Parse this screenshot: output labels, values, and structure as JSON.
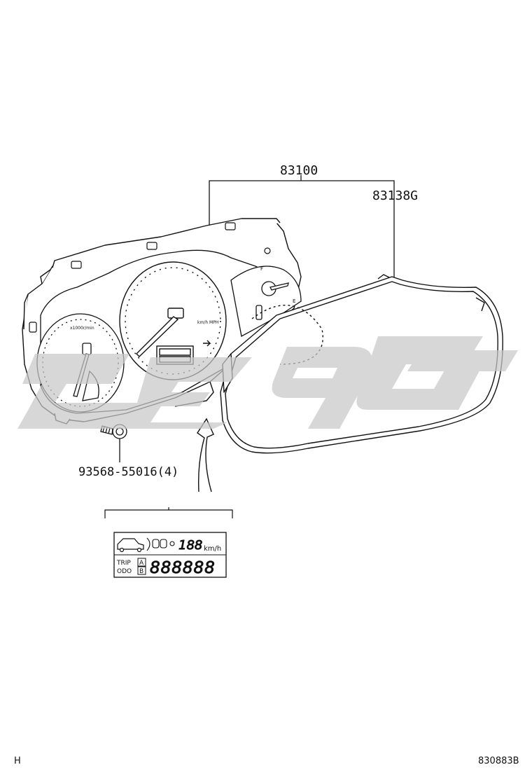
{
  "callouts": {
    "combination_meter": "83100",
    "glass_sub_assy": "83138G",
    "screw": "93568-55016(4)"
  },
  "lcd_detail": {
    "speed_value": "188",
    "speed_unit": "km/h",
    "trip_label": "TRIP",
    "odo_label": "ODO",
    "mode_a": "A",
    "mode_b": "B",
    "odometer_value": "888888"
  },
  "footer": {
    "left_mark": "H",
    "drawing_number": "830883B"
  },
  "watermark": {
    "type": "logo",
    "color": "#c8c8c8"
  }
}
